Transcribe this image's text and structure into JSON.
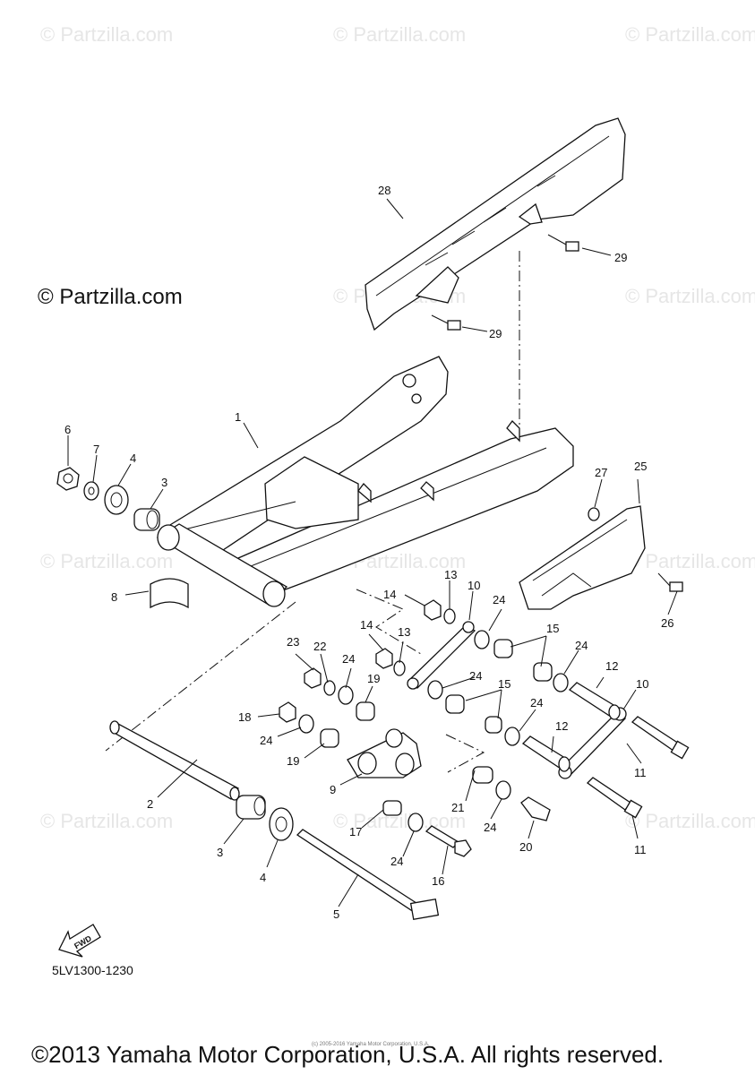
{
  "watermark": "© Partzilla.com",
  "brand_label": "© Partzilla.com",
  "diagram_code": "5LV1300-1230",
  "fwd_label": "FWD",
  "tiny_notice": "(c) 2005-2016 Yamaha Motor Corporation, U.S.A.",
  "copyright": "©2013 Yamaha Motor Corporation, U.S.A. All rights reserved.",
  "callouts": [
    "1",
    "2",
    "3",
    "3",
    "4",
    "4",
    "5",
    "6",
    "7",
    "8",
    "9",
    "10",
    "10",
    "11",
    "11",
    "12",
    "12",
    "13",
    "13",
    "14",
    "14",
    "15",
    "15",
    "16",
    "17",
    "18",
    "19",
    "19",
    "20",
    "21",
    "22",
    "23",
    "24",
    "24",
    "24",
    "24",
    "24",
    "24",
    "24",
    "24",
    "25",
    "26",
    "27",
    "28",
    "29",
    "29"
  ]
}
